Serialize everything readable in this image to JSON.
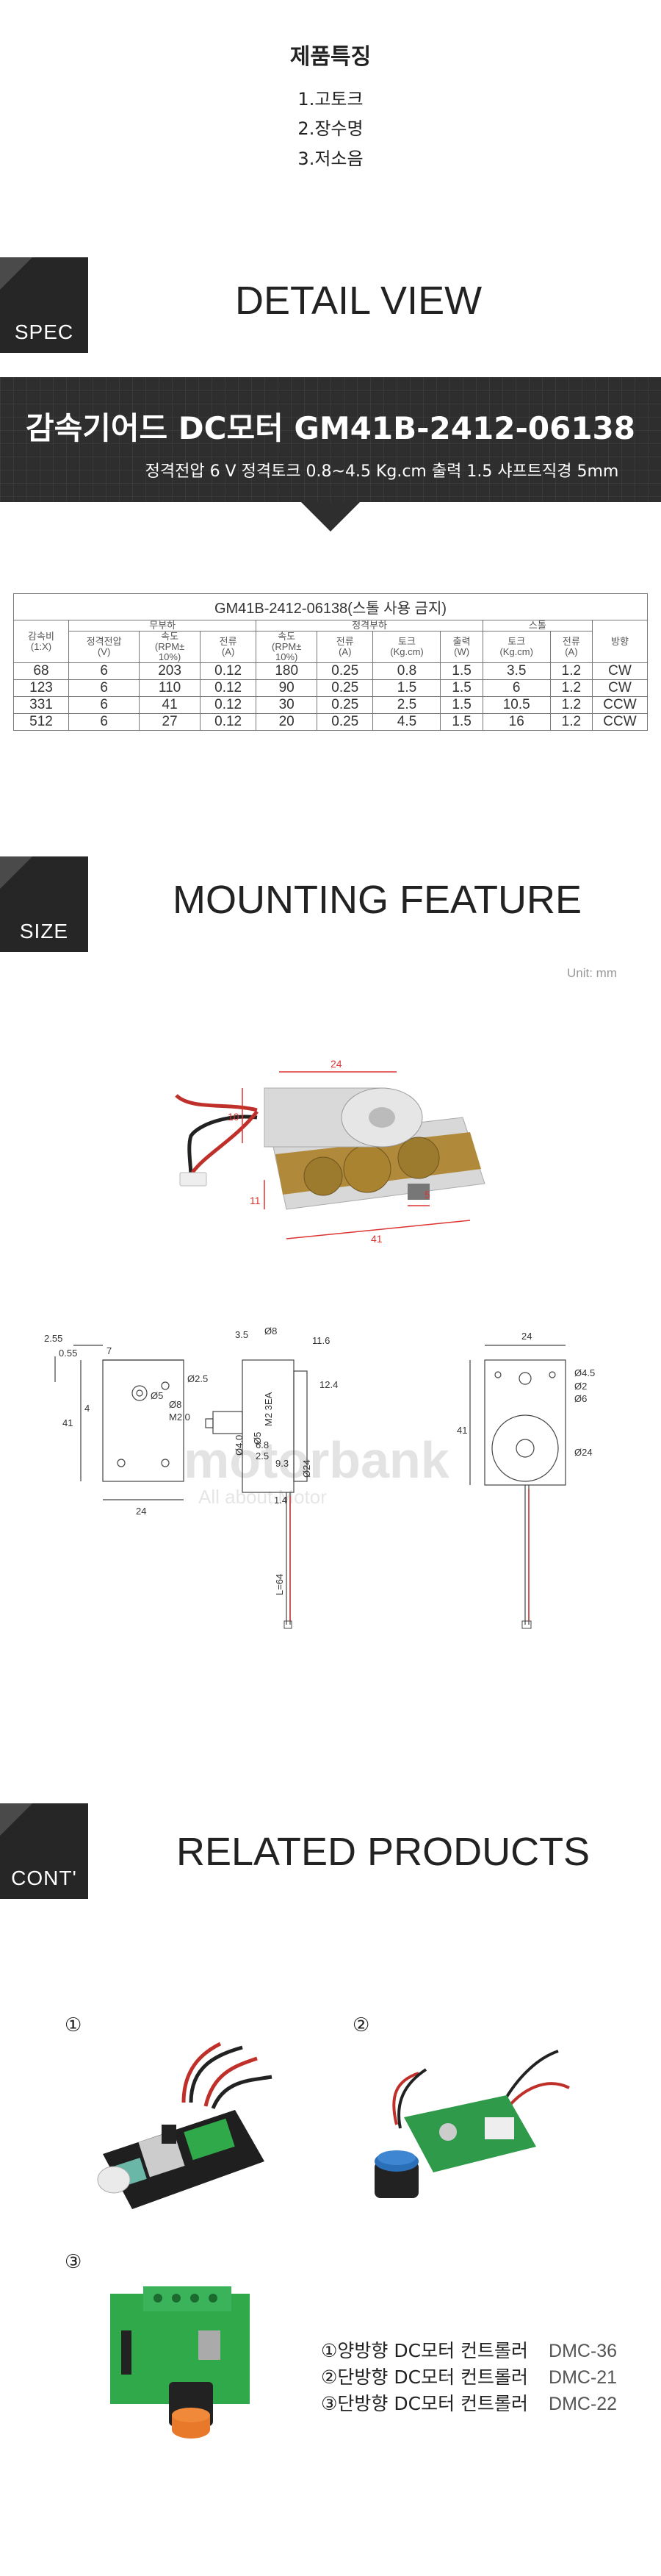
{
  "features": {
    "title": "제품특징",
    "items": [
      "1.고토크",
      "2.장수명",
      "3.저소음"
    ]
  },
  "sections": {
    "spec": {
      "badge": "SPEC",
      "title": "DETAIL VIEW"
    },
    "size": {
      "badge": "SIZE",
      "title": "MOUNTING FEATURE",
      "unit": "Unit: mm"
    },
    "cont": {
      "badge": "CONT'",
      "title": "RELATED PRODUCTS"
    }
  },
  "product": {
    "title": "감속기어드 DC모터 GM41B-2412-06138",
    "subtitle": "정격전압 6 V   정격토크 0.8~4.5 Kg.cm  출력 1.5 샤프트직경 5mm"
  },
  "spec_table": {
    "caption": "GM41B-2412-06138(스톨 사용 금지)",
    "group_headers": {
      "ratio": "감속비\n(1:X)",
      "no_load": "무부하",
      "rated": "정격부하",
      "stall": "스톨",
      "direction": "방향"
    },
    "sub_headers": [
      "정격전압\n(V)",
      "속도\n(RPM±\n10%)",
      "전류\n(A)",
      "속도\n(RPM±\n10%)",
      "전류\n(A)",
      "토크\n(Kg.cm)",
      "출력\n(W)",
      "토크\n(Kg.cm)",
      "전류\n(A)"
    ],
    "rows": [
      [
        "68",
        "6",
        "203",
        "0.12",
        "180",
        "0.25",
        "0.8",
        "1.5",
        "3.5",
        "1.2",
        "CW"
      ],
      [
        "123",
        "6",
        "110",
        "0.12",
        "90",
        "0.25",
        "1.5",
        "1.5",
        "6",
        "1.2",
        "CW"
      ],
      [
        "331",
        "6",
        "41",
        "0.12",
        "30",
        "0.25",
        "2.5",
        "1.5",
        "10.5",
        "1.2",
        "CCW"
      ],
      [
        "512",
        "6",
        "27",
        "0.12",
        "20",
        "0.25",
        "4.5",
        "1.5",
        "16",
        "1.2",
        "CCW"
      ]
    ]
  },
  "photo_dims": {
    "top": "24",
    "left": "10",
    "bottom": "41",
    "depth": "11",
    "shaft": "5"
  },
  "drawing": {
    "front": {
      "d1": "2.55",
      "d2": "0.55",
      "d3": "7",
      "d4": "Ø2.5",
      "d5": "4",
      "d6": "Ø5",
      "d7": "Ø8",
      "d8": "M2.0",
      "d9": "41",
      "d10": "24"
    },
    "side": {
      "s1": "3.5",
      "s2": "Ø8",
      "s3": "11.6",
      "s4": "12.4",
      "s5": "M2 3EA",
      "s6": "Ø4.0",
      "s7": "6.8",
      "s8": "Ø5",
      "s9": "2.5",
      "s10": "9.3",
      "s11": "Ø24",
      "s12": "1.4",
      "s13": "L=64"
    },
    "back": {
      "b1": "24",
      "b2": "Ø4.5",
      "b3": "Ø2",
      "b4": "Ø6",
      "b5": "41",
      "b6": "Ø24"
    },
    "watermark": "motorbank",
    "watermark_sub": "All about Motor"
  },
  "related": {
    "markers": [
      "①",
      "②",
      "③"
    ],
    "items": [
      {
        "name": "①양방향 DC모터 컨트롤러",
        "code": "DMC-36"
      },
      {
        "name": "②단방향 DC모터 컨트롤러",
        "code": "DMC-21"
      },
      {
        "name": "③단방향 DC모터 컨트롤러",
        "code": "DMC-22"
      }
    ]
  }
}
